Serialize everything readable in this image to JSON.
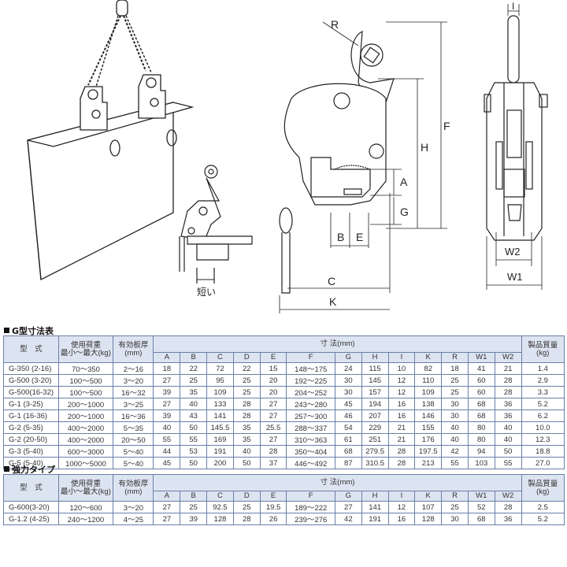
{
  "diagram": {
    "labels": {
      "R": "R",
      "F": "F",
      "H": "H",
      "A": "A",
      "G": "G",
      "B": "B",
      "E": "E",
      "C": "C",
      "K": "K",
      "I": "I",
      "W2": "W2",
      "W1": "W1"
    },
    "short_label": "短い"
  },
  "standard": {
    "title": "G型寸法表",
    "headers": {
      "model": "型　式",
      "load": "使用荷重\n最小～最大(kg)",
      "thickness": "有効板厚\n(mm)",
      "dims": "寸 法(mm)",
      "weight": "製品質量\n(kg)",
      "dim_cols": [
        "A",
        "B",
        "C",
        "D",
        "E",
        "F",
        "G",
        "H",
        "I",
        "K",
        "R",
        "W1",
        "W2"
      ]
    },
    "rows": [
      [
        "G-350 (2-16)",
        "70～350",
        "2～16",
        "18",
        "22",
        "72",
        "22",
        "15",
        "148～175",
        "24",
        "115",
        "10",
        "82",
        "18",
        "41",
        "21",
        "1.4"
      ],
      [
        "G-500 (3-20)",
        "100～500",
        "3～20",
        "27",
        "25",
        "95",
        "25",
        "20",
        "192～225",
        "30",
        "145",
        "12",
        "110",
        "25",
        "60",
        "28",
        "2.9"
      ],
      [
        "G-500(16-32)",
        "100～500",
        "16～32",
        "39",
        "35",
        "109",
        "25",
        "20",
        "204～252",
        "30",
        "157",
        "12",
        "109",
        "25",
        "60",
        "28",
        "3.3"
      ],
      [
        "G-1 (3-25)",
        "200～1000",
        "3～25",
        "27",
        "40",
        "133",
        "28",
        "27",
        "243～280",
        "45",
        "194",
        "16",
        "138",
        "30",
        "68",
        "36",
        "5.2"
      ],
      [
        "G-1 (16-36)",
        "200～1000",
        "16～36",
        "39",
        "43",
        "141",
        "28",
        "27",
        "257～300",
        "46",
        "207",
        "16",
        "146",
        "30",
        "68",
        "36",
        "6.2"
      ],
      [
        "G-2 (5-35)",
        "400～2000",
        "5～35",
        "40",
        "50",
        "145.5",
        "35",
        "25.5",
        "288～337",
        "54",
        "229",
        "21",
        "155",
        "40",
        "80",
        "40",
        "10.0"
      ],
      [
        "G-2 (20-50)",
        "400～2000",
        "20～50",
        "55",
        "55",
        "169",
        "35",
        "27",
        "310～363",
        "61",
        "251",
        "21",
        "176",
        "40",
        "80",
        "40",
        "12.3"
      ],
      [
        "G-3 (5-40)",
        "600～3000",
        "5～40",
        "44",
        "53",
        "191",
        "40",
        "28",
        "350～404",
        "68",
        "279.5",
        "28",
        "197.5",
        "42",
        "94",
        "50",
        "18.8"
      ],
      [
        "G-5 (5-40)",
        "1000～5000",
        "5～40",
        "45",
        "50",
        "200",
        "50",
        "37",
        "446～492",
        "87",
        "310.5",
        "28",
        "213",
        "55",
        "103",
        "55",
        "27.0"
      ]
    ]
  },
  "heavy": {
    "title": "強力タイプ",
    "headers": {
      "model": "型　式",
      "load": "使用荷重\n最小～最大(kg)",
      "thickness": "有効板厚\n(mm)",
      "dims": "寸 法(mm)",
      "weight": "製品質量\n(kg)",
      "dim_cols": [
        "A",
        "B",
        "C",
        "D",
        "E",
        "F",
        "G",
        "H",
        "I",
        "K",
        "R",
        "W1",
        "W2"
      ]
    },
    "rows": [
      [
        "G-600(3-20)",
        "120～600",
        "3～20",
        "27",
        "25",
        "92.5",
        "25",
        "19.5",
        "189～222",
        "27",
        "141",
        "12",
        "107",
        "25",
        "52",
        "28",
        "2.5"
      ],
      [
        "G-1.2 (4-25)",
        "240～1200",
        "4～25",
        "27",
        "39",
        "128",
        "28",
        "26",
        "239～276",
        "42",
        "191",
        "16",
        "128",
        "30",
        "68",
        "36",
        "5.2"
      ]
    ]
  }
}
